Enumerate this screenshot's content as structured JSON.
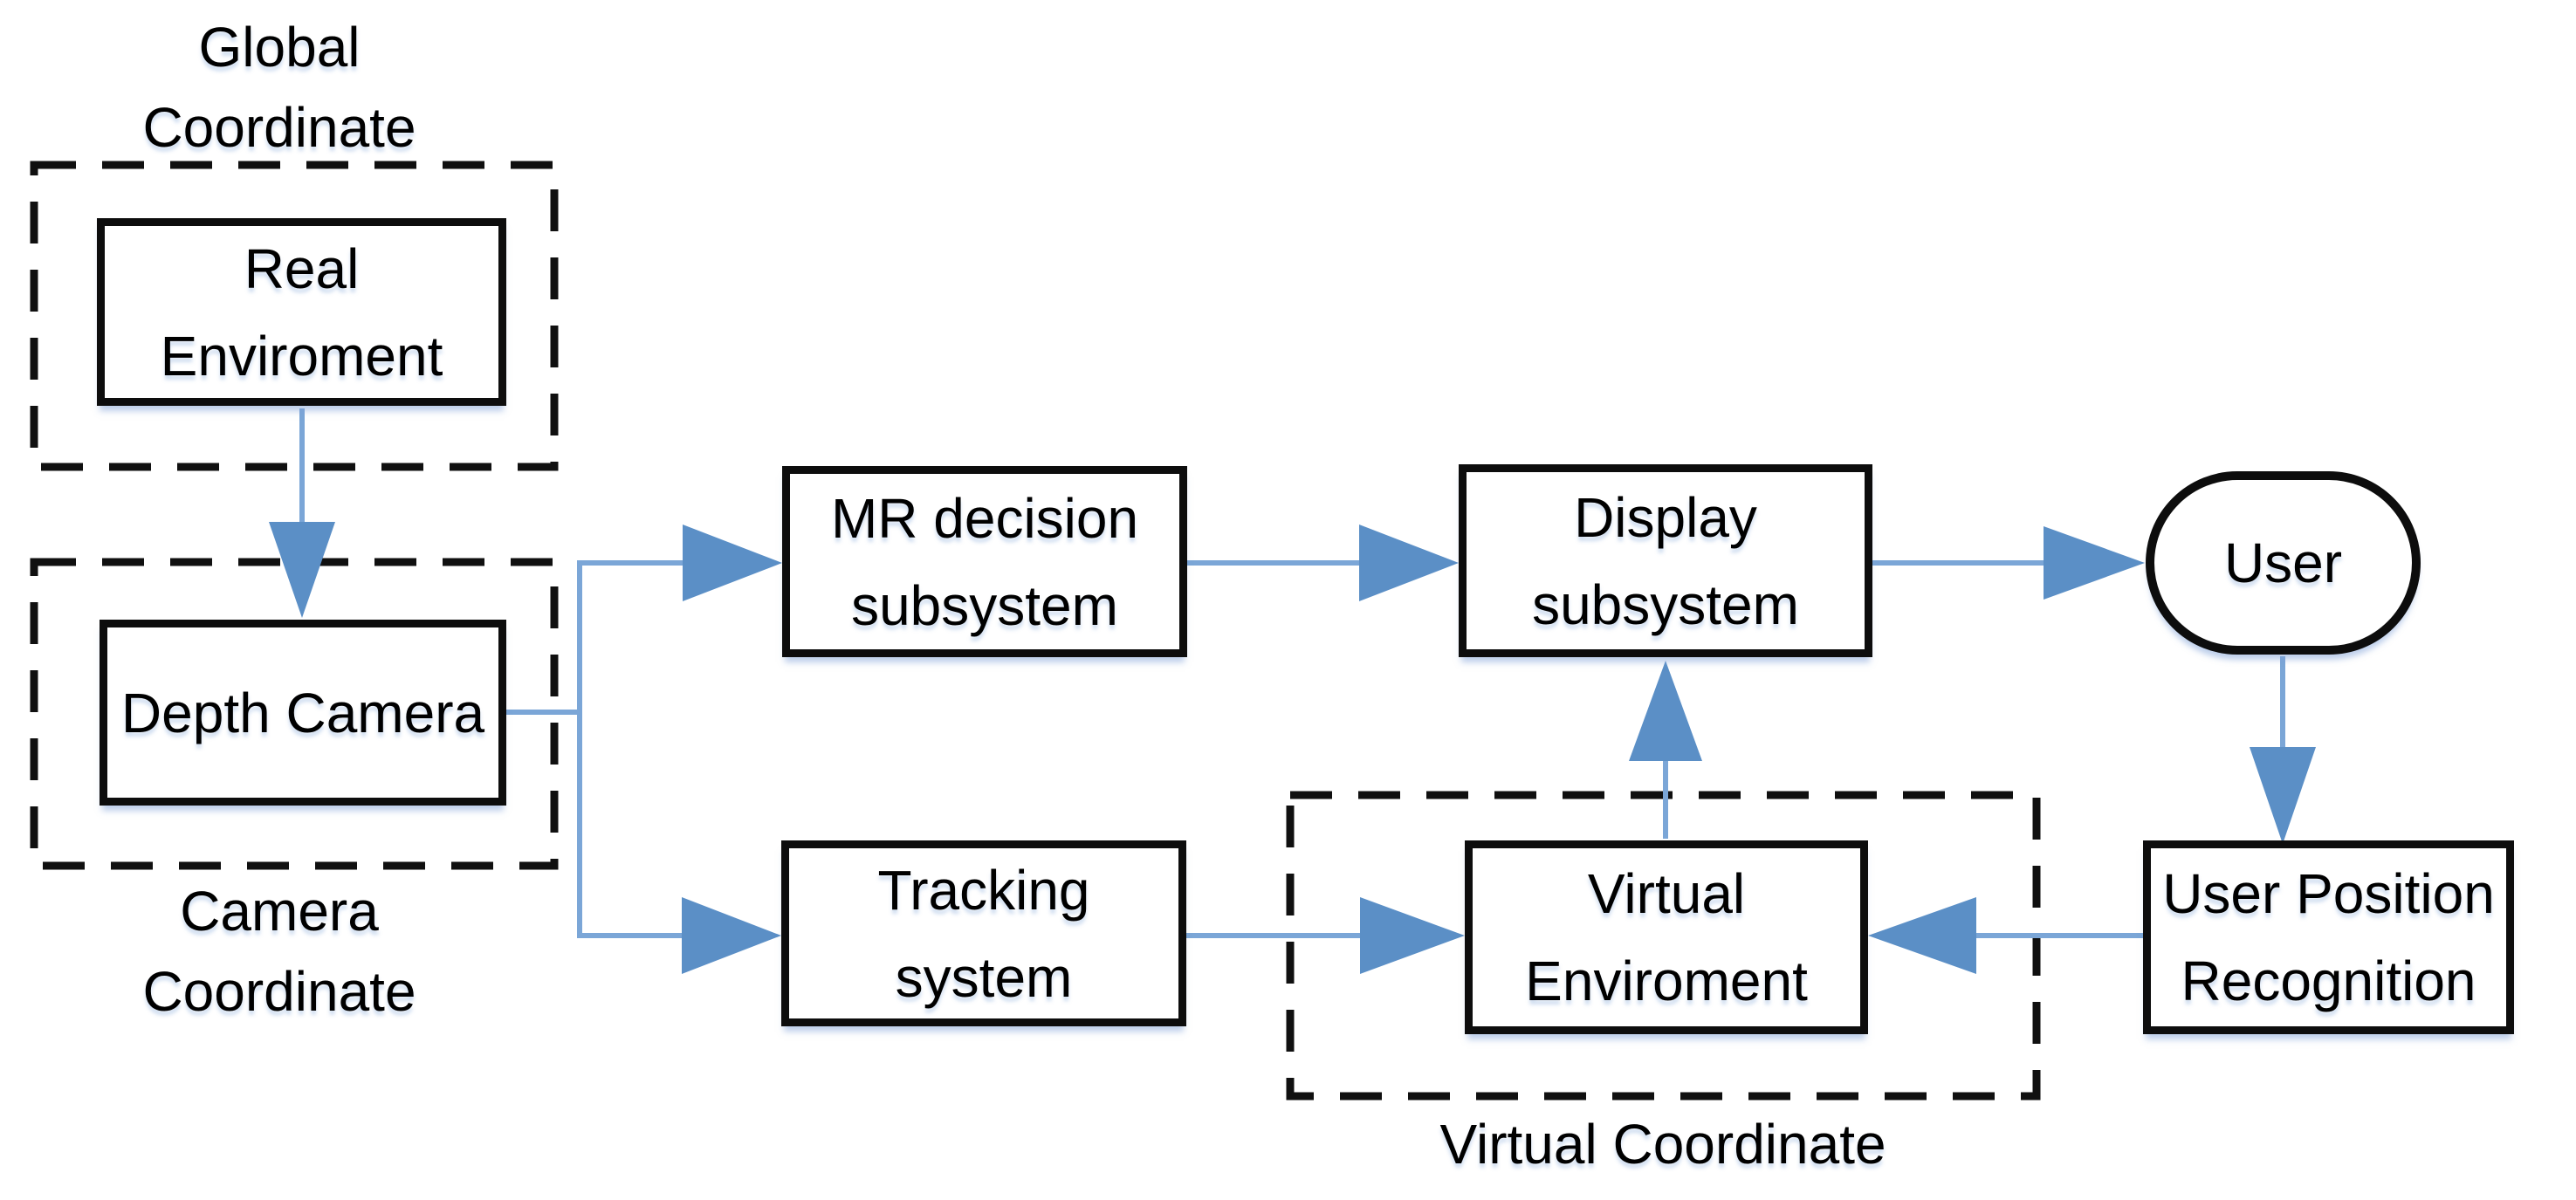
{
  "colors": {
    "line_blue": "#7ba6d7",
    "arrow_blue": "#5b8fc6",
    "border_black": "#101010",
    "background": "#ffffff"
  },
  "nodes": {
    "real_enviroment": {
      "line1": "Real",
      "line2": "Enviroment"
    },
    "depth_camera": {
      "line1": "Depth Camera"
    },
    "mr_decision": {
      "line1": "MR decision",
      "line2": "subsystem"
    },
    "tracking": {
      "line1": "Tracking",
      "line2": "system"
    },
    "display": {
      "line1": "Display",
      "line2": "subsystem"
    },
    "user": {
      "line1": "User"
    },
    "virtual_enviroment": {
      "line1": "Virtual",
      "line2": "Enviroment"
    },
    "user_position": {
      "line1": "User Position",
      "line2": "Recognition"
    }
  },
  "groups": {
    "global_coordinate": {
      "line1": "Global",
      "line2": "Coordinate"
    },
    "camera_coordinate": {
      "line1": "Camera",
      "line2": "Coordinate"
    },
    "virtual_coordinate": {
      "label": "Virtual Coordinate"
    }
  }
}
